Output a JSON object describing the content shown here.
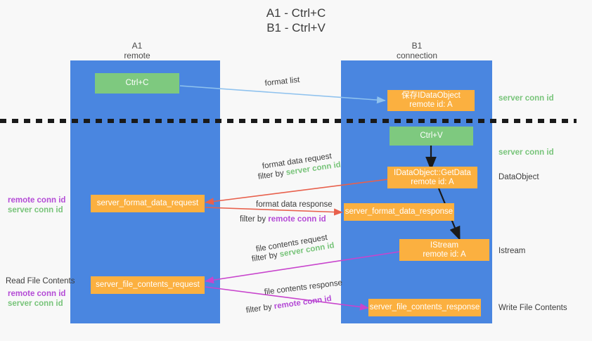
{
  "title": "A1 - Ctrl+C\nB1 - Ctrl+V",
  "colors": {
    "panel_blue": "#4a86e0",
    "box_green": "#7ec97f",
    "box_orange": "#fbb040",
    "server_conn_green": "#78c47a",
    "remote_conn_purple": "#b44bd6",
    "arrow_lightblue": "#8fc2ee",
    "arrow_red": "#e8604c",
    "arrow_magenta": "#c845cd",
    "arrow_black": "#1a1a1a",
    "background": "#f8f8f8"
  },
  "columns": [
    {
      "id": "a1",
      "title": "A1",
      "subtitle": "remote",
      "header": "A1\nremote"
    },
    {
      "id": "b1",
      "title": "B1",
      "subtitle": "connection",
      "header": "B1\nconnection"
    }
  ],
  "boxes": {
    "ctrl_c": "Ctrl+C",
    "ctrl_v": "Ctrl+V",
    "save_dataobject": "保存IDataObject\nremote id: A",
    "getdata": "IDataObject::GetData\nremote id: A",
    "istream": "IStream\nremote id: A",
    "server_format_data_request": "server_format_data_request",
    "server_format_data_response": "server_format_data_response",
    "server_file_contents_request": "server_file_contents_request",
    "server_file_contents_response": "server_file_contents_response"
  },
  "edge_labels": {
    "format_list": "format list",
    "format_data_request": "format data request",
    "format_data_response": "format data response",
    "file_contents_request": "file contents request",
    "file_contents_response": "file contents response",
    "filter_by": "filter by",
    "server_conn_id": "server conn id",
    "remote_conn_id": "remote conn id"
  },
  "right_labels": [
    {
      "id": "server-conn-id-top",
      "text": "server conn id",
      "style": "green"
    },
    {
      "id": "server-conn-id-mid",
      "text": "server conn id",
      "style": "green"
    },
    {
      "id": "dataobject",
      "text": "DataObject",
      "style": "dark"
    },
    {
      "id": "istream",
      "text": "Istream",
      "style": "dark"
    },
    {
      "id": "write-file-contents",
      "text": "Write File Contents",
      "style": "dark"
    }
  ],
  "left_labels": {
    "group_format": {
      "remote": "remote conn id",
      "server": "server conn id"
    },
    "read_file_contents": "Read File Contents",
    "group_file": {
      "remote": "remote conn id",
      "server": "server conn id"
    }
  }
}
